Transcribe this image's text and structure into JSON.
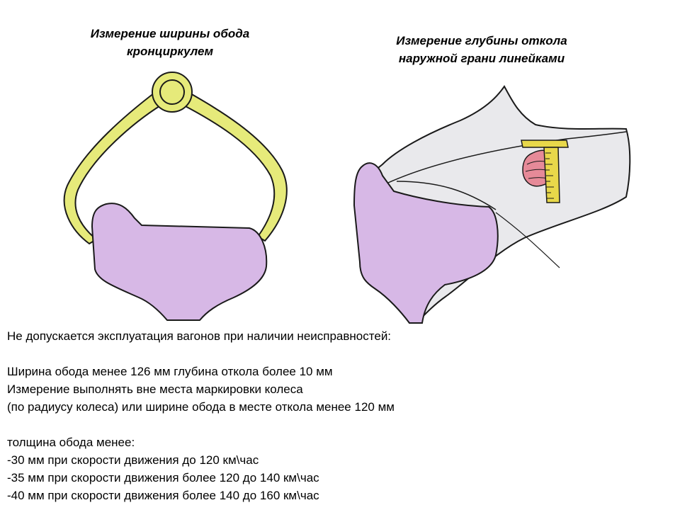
{
  "captions": {
    "left": [
      "Измерение ширины обода",
      "кронциркулем"
    ],
    "right": [
      "Измерение глубины откола",
      "наружной грани линейками"
    ]
  },
  "body_lines": [
    "Не допускается эксплуатация вагонов при наличии неисправностей:",
    "",
    "Ширина обода менее 126 мм глубина откола более 10 мм",
    "Измерение выполнять вне места маркировки колеса",
    "(по радиусу колеса) или ширине обода в месте откола менее 120 мм",
    "",
    "толщина обода менее:",
    "-30 мм при скорости движения до 120 км\\час",
    "-35 мм при скорости движения более 120 до 140 км\\час",
    "-40 мм при скорости движения более 140 до 160 км\\час"
  ],
  "colors": {
    "caliper": "#e6ea7a",
    "rim_profile": "#d7b8e6",
    "wheel_body": "#e9e9ec",
    "ruler": "#e8d84a",
    "spall": "#e68a98",
    "outline": "#1a1a1a"
  }
}
